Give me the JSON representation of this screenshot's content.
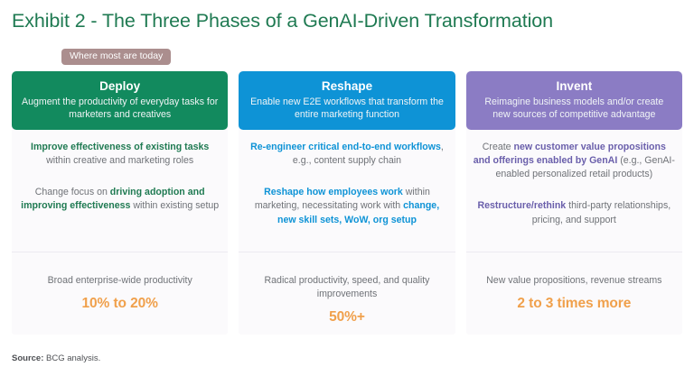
{
  "slide": {
    "title": "Exhibit 2 - The Three Phases of a GenAI-Driven Transformation",
    "badge": "Where most are today",
    "source_label": "Source:",
    "source_text": "BCG analysis."
  },
  "colors": {
    "title_green": "#1f7a52",
    "badge_mauve": "#ab8e8e",
    "deploy_green": "#128a5e",
    "reshape_blue": "#0e93d6",
    "invent_purple": "#8b7cc4",
    "figure_orange": "#f0a04b",
    "body_gray": "#6f7277",
    "panel_bg": "#fbfafc"
  },
  "columns": [
    {
      "key": "deploy",
      "title": "Deploy",
      "subtitle": "Augment the productivity of everyday tasks for marketers and creatives",
      "paragraphs": [
        [
          {
            "text": "Improve effectiveness of existing tasks",
            "bold": true
          },
          {
            "text": " ",
            "bold": false
          },
          {
            "text": "within creative and marketing roles",
            "bold": false
          }
        ],
        [
          {
            "text": "Change focus on ",
            "bold": false
          },
          {
            "text": "driving adoption and improving effectiveness",
            "bold": true
          },
          {
            "text": " within existing setup",
            "bold": false
          }
        ]
      ],
      "outcome_text": "Broad enterprise-wide productivity",
      "outcome_figure": "10% to 20%"
    },
    {
      "key": "reshape",
      "title": "Reshape",
      "subtitle": "Enable new E2E workflows that transform the entire marketing function",
      "paragraphs": [
        [
          {
            "text": "Re-engineer critical end-to-end workflows",
            "bold": true
          },
          {
            "text": ", e.g., content supply chain",
            "bold": false
          }
        ],
        [
          {
            "text": "Reshape how employees work",
            "bold": true
          },
          {
            "text": " within marketing, necessitating work with ",
            "bold": false
          },
          {
            "text": "change, new skill sets, WoW, org setup",
            "bold": true
          }
        ]
      ],
      "outcome_text": "Radical productivity, speed, and quality improvements",
      "outcome_figure": "50%+"
    },
    {
      "key": "invent",
      "title": "Invent",
      "subtitle": "Reimagine business models and/or create new sources of competitive advantage",
      "paragraphs": [
        [
          {
            "text": "Create ",
            "bold": false
          },
          {
            "text": "new customer value propositions and offerings enabled by GenAI",
            "bold": true
          },
          {
            "text": " (e.g., GenAI-enabled personalized retail products)",
            "bold": false
          }
        ],
        [
          {
            "text": "Restructure/rethink",
            "bold": true
          },
          {
            "text": " third-party relationships, pricing, and support",
            "bold": false
          }
        ]
      ],
      "outcome_text": "New value propositions, revenue streams",
      "outcome_figure": "2 to 3 times more"
    }
  ]
}
